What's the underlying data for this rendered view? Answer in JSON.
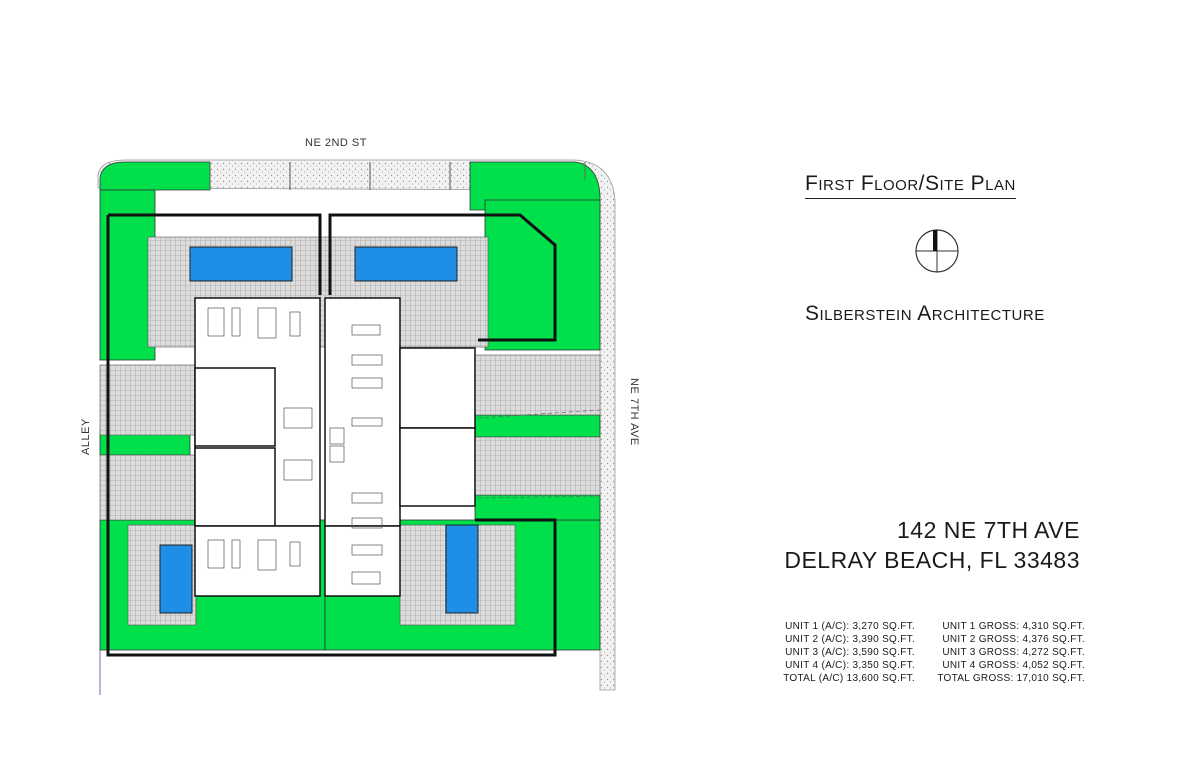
{
  "streets": {
    "north": "NE 2ND ST",
    "east": "NE 7TH AVE",
    "west": "ALLEY"
  },
  "title": "First Floor/Site Plan",
  "firm": "Silberstein Architecture",
  "address": {
    "line1": "142 NE 7TH AVE",
    "line2": "DELRAY BEACH, FL 33483"
  },
  "areas": [
    {
      "ac": "UNIT 1 (A/C): 3,270 SQ.FT.",
      "gross": "UNIT 1 GROSS: 4,310 SQ.FT."
    },
    {
      "ac": "UNIT 2 (A/C): 3,390 SQ.FT.",
      "gross": "UNIT 2 GROSS: 4,376 SQ.FT."
    },
    {
      "ac": "UNIT 3 (A/C): 3,590 SQ.FT.",
      "gross": "UNIT 3 GROSS: 4,272 SQ.FT."
    },
    {
      "ac": "UNIT 4 (A/C): 3,350 SQ.FT.",
      "gross": "UNIT 4 GROSS: 4,052 SQ.FT."
    },
    {
      "ac": "TOTAL (A/C) 13,600 SQ.FT.",
      "gross": "TOTAL GROSS: 17,010 SQ.FT."
    }
  ],
  "colors": {
    "landscape": "#00e04a",
    "pool": "#1e8ee6",
    "pavers": "#c8c8c8",
    "wall": "#111111"
  }
}
